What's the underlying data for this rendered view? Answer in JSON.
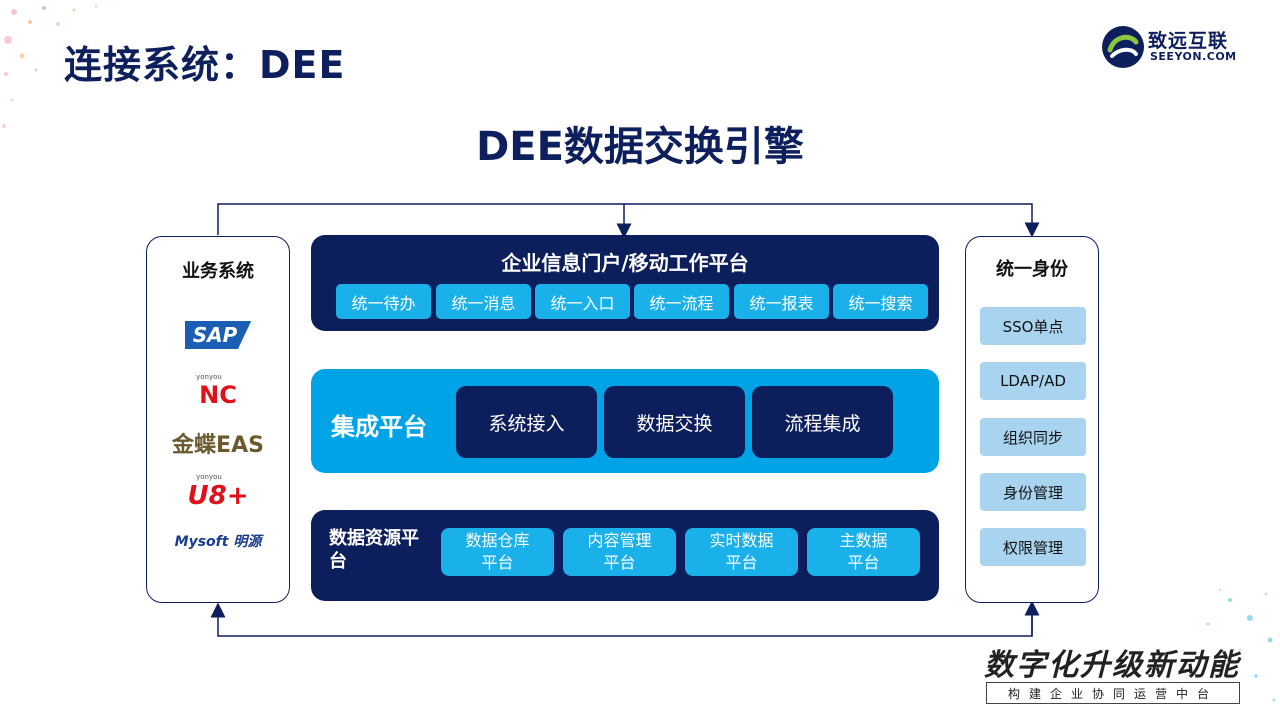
{
  "page_title": "连接系统：DEE",
  "logo": {
    "cn": "致远互联",
    "en": "SEEYON.COM"
  },
  "main_title": "DEE数据交换引擎",
  "left_box": {
    "title": "业务系统",
    "brands": [
      "SAP",
      "NC",
      "金蝶EAS",
      "U8+",
      "Mysoft 明源"
    ],
    "brand_small": "yonyou"
  },
  "portal": {
    "title": "企业信息门户/移动工作平台",
    "items": [
      "统一待办",
      "统一消息",
      "统一入口",
      "统一流程",
      "统一报表",
      "统一搜索"
    ]
  },
  "integration": {
    "title": "集成平台",
    "items": [
      "系统接入",
      "数据交换",
      "流程集成"
    ]
  },
  "resources": {
    "title": "数据资源平台",
    "items": [
      "数据仓库平台",
      "内容管理平台",
      "实时数据平台",
      "主数据平台"
    ],
    "item_lines": [
      [
        "数据仓库",
        "平台"
      ],
      [
        "内容管理",
        "平台"
      ],
      [
        "实时数据",
        "平台"
      ],
      [
        "主数据",
        "平台"
      ]
    ]
  },
  "right_box": {
    "title": "统一身份",
    "items": [
      "SSO单点",
      "LDAP/AD",
      "组织同步",
      "身份管理",
      "权限管理"
    ]
  },
  "slogan": {
    "main": "数字化升级新动能",
    "sub": "构建企业协同运营中台"
  },
  "colors": {
    "navy": "#0c1e5b",
    "blue": "#00a4e6",
    "chip": "#1ab0ea",
    "id_chip": "#a9d4f0",
    "sap": "#1a5fb4",
    "nc": "#e0101a"
  }
}
